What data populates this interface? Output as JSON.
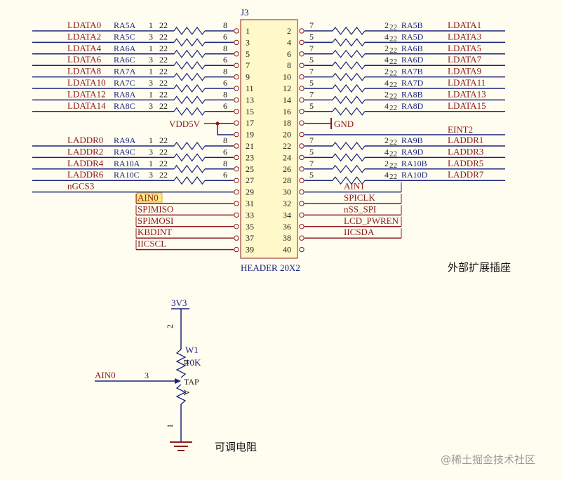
{
  "connector": {
    "ref": "J3",
    "part": "HEADER 20X2",
    "left_pins": [
      "1",
      "3",
      "5",
      "7",
      "9",
      "11",
      "13",
      "15",
      "17",
      "19",
      "21",
      "23",
      "25",
      "27",
      "29",
      "31",
      "33",
      "35",
      "37",
      "39"
    ],
    "right_pins": [
      "2",
      "4",
      "6",
      "8",
      "10",
      "12",
      "14",
      "16",
      "18",
      "20",
      "22",
      "24",
      "26",
      "28",
      "30",
      "32",
      "34",
      "36",
      "38",
      "40"
    ]
  },
  "left_rows": [
    {
      "net": "LDATA0",
      "rp": "RA5A",
      "a": "1",
      "b": "22",
      "n": "8"
    },
    {
      "net": "LDATA2",
      "rp": "RA5C",
      "a": "3",
      "b": "22",
      "n": "6"
    },
    {
      "net": "LDATA4",
      "rp": "RA6A",
      "a": "1",
      "b": "22",
      "n": "8"
    },
    {
      "net": "LDATA6",
      "rp": "RA6C",
      "a": "3",
      "b": "22",
      "n": "6"
    },
    {
      "net": "LDATA8",
      "rp": "RA7A",
      "a": "1",
      "b": "22",
      "n": "8"
    },
    {
      "net": "LDATA10",
      "rp": "RA7C",
      "a": "3",
      "b": "22",
      "n": "6"
    },
    {
      "net": "LDATA12",
      "rp": "RA8A",
      "a": "1",
      "b": "22",
      "n": "8"
    },
    {
      "net": "LDATA14",
      "rp": "RA8C",
      "a": "3",
      "b": "22",
      "n": "6"
    },
    null,
    null,
    {
      "net": "LADDR0",
      "rp": "RA9A",
      "a": "1",
      "b": "22",
      "n": "8"
    },
    {
      "net": "LADDR2",
      "rp": "RA9C",
      "a": "3",
      "b": "22",
      "n": "6"
    },
    {
      "net": "LADDR4",
      "rp": "RA10A",
      "a": "1",
      "b": "22",
      "n": "8"
    },
    {
      "net": "LADDR6",
      "rp": "RA10C",
      "a": "3",
      "b": "22",
      "n": "6"
    }
  ],
  "right_rows": [
    {
      "net": "LDATA1",
      "rp": "RA5B",
      "a": "2",
      "b": "22",
      "n": "7"
    },
    {
      "net": "LDATA3",
      "rp": "RA5D",
      "a": "4",
      "b": "22",
      "n": "5"
    },
    {
      "net": "LDATA5",
      "rp": "RA6B",
      "a": "2",
      "b": "22",
      "n": "7"
    },
    {
      "net": "LDATA7",
      "rp": "RA6D",
      "a": "4",
      "b": "22",
      "n": "5"
    },
    {
      "net": "LDATA9",
      "rp": "RA7B",
      "a": "2",
      "b": "22",
      "n": "7"
    },
    {
      "net": "LDATA11",
      "rp": "RA7D",
      "a": "4",
      "b": "22",
      "n": "5"
    },
    {
      "net": "LDATA13",
      "rp": "RA8B",
      "a": "2",
      "b": "22",
      "n": "7"
    },
    {
      "net": "LDATA15",
      "rp": "RA8D",
      "a": "4",
      "b": "22",
      "n": "5"
    },
    null,
    null,
    {
      "net": "LADDR1",
      "rp": "RA9B",
      "a": "2",
      "b": "22",
      "n": "7"
    },
    {
      "net": "LADDR3",
      "rp": "RA9D",
      "a": "4",
      "b": "22",
      "n": "5"
    },
    {
      "net": "LADDR5",
      "rp": "RA10B",
      "a": "2",
      "b": "22",
      "n": "7"
    },
    {
      "net": "LADDR7",
      "rp": "RA10D",
      "a": "4",
      "b": "22",
      "n": "5"
    }
  ],
  "power": {
    "vdd": "VDD5V",
    "gnd": "GND",
    "eint": "EINT2"
  },
  "lower_left": [
    "nGCS3",
    "AIN0",
    "SPIMISO",
    "SPIMOSI",
    "KBDINT",
    "IICSCL"
  ],
  "lower_right": [
    "AIN1",
    "SPICLK",
    "nSS_SPI",
    "LCD_PWREN",
    "IICSDA"
  ],
  "section_title": "外部扩展插座",
  "pot": {
    "rail": "3V3",
    "pin_top": "2",
    "pin_wiper": "3",
    "pin_bottom": "1",
    "ref": "W1",
    "value": "10K",
    "tap": "TAP",
    "b_label": "B",
    "a_label": "A",
    "net": "AIN0",
    "caption": "可调电阻"
  },
  "watermark": "@稀土掘金技术社区"
}
